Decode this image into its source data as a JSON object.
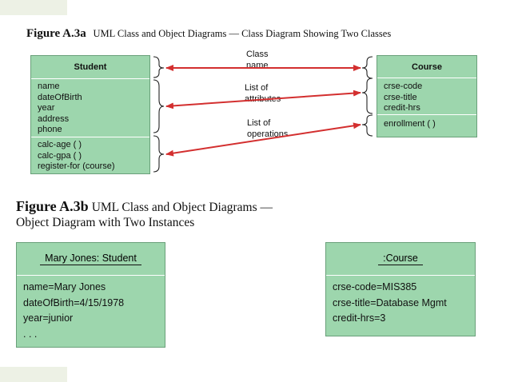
{
  "figure_a": {
    "number": "Figure A.3a",
    "caption": "UML Class and Object Diagrams — Class Diagram Showing Two Classes"
  },
  "class_student": {
    "name": "Student",
    "attributes": [
      "name",
      "dateOfBirth",
      "year",
      "address",
      "phone"
    ],
    "operations": [
      "calc-age ( )",
      "calc-gpa ( )",
      "register-for (course)"
    ]
  },
  "class_course": {
    "name": "Course",
    "attributes": [
      "crse-code",
      "crse-title",
      "credit-hrs"
    ],
    "operations": [
      "enrollment ( )"
    ]
  },
  "callouts": {
    "class_name": [
      "Class",
      "name"
    ],
    "attributes": [
      "List of",
      "attributes"
    ],
    "operations": [
      "List of",
      "operations"
    ]
  },
  "figure_b": {
    "number": "Figure A.3b",
    "caption_line1": "UML Class and Object Diagrams —",
    "caption_line2": "Object Diagram with Two Instances"
  },
  "object_student": {
    "name": "Mary Jones: Student",
    "values": [
      "name=Mary Jones",
      "dateOfBirth=4/15/1978",
      "year=junior",
      ". . ."
    ]
  },
  "object_course": {
    "name": ":Course",
    "values": [
      "crse-code=MIS385",
      "crse-title=Database Mgmt",
      "credit-hrs=3"
    ]
  },
  "colors": {
    "box_fill": "#9dd6ad",
    "arrow": "#d32f2f"
  }
}
